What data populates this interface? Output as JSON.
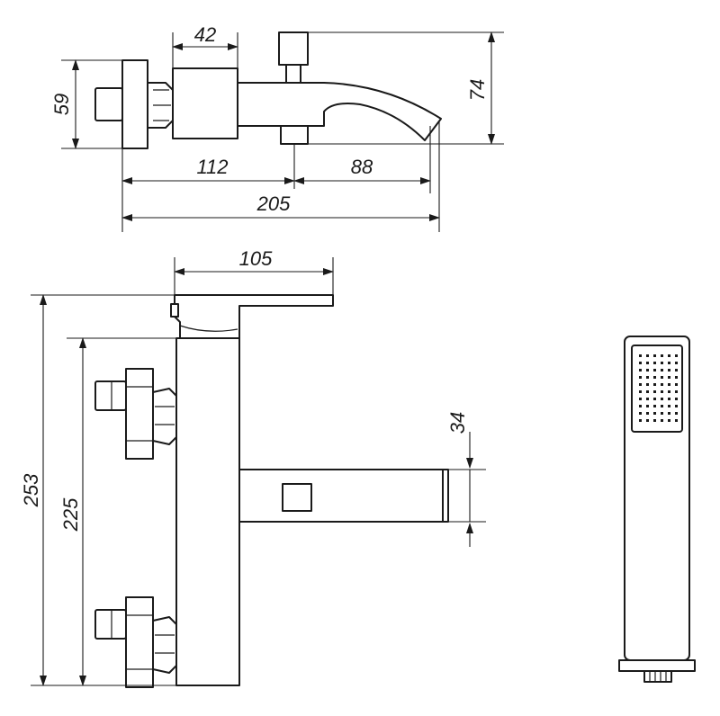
{
  "dimensions": {
    "top_body_width": "42",
    "left_height": "59",
    "right_height": "74",
    "spout_base": "112",
    "spout_reach": "88",
    "overall_length": "205",
    "handle_width": "105",
    "overall_height": "253",
    "inlet_spacing": "225",
    "spout_height": "34"
  }
}
